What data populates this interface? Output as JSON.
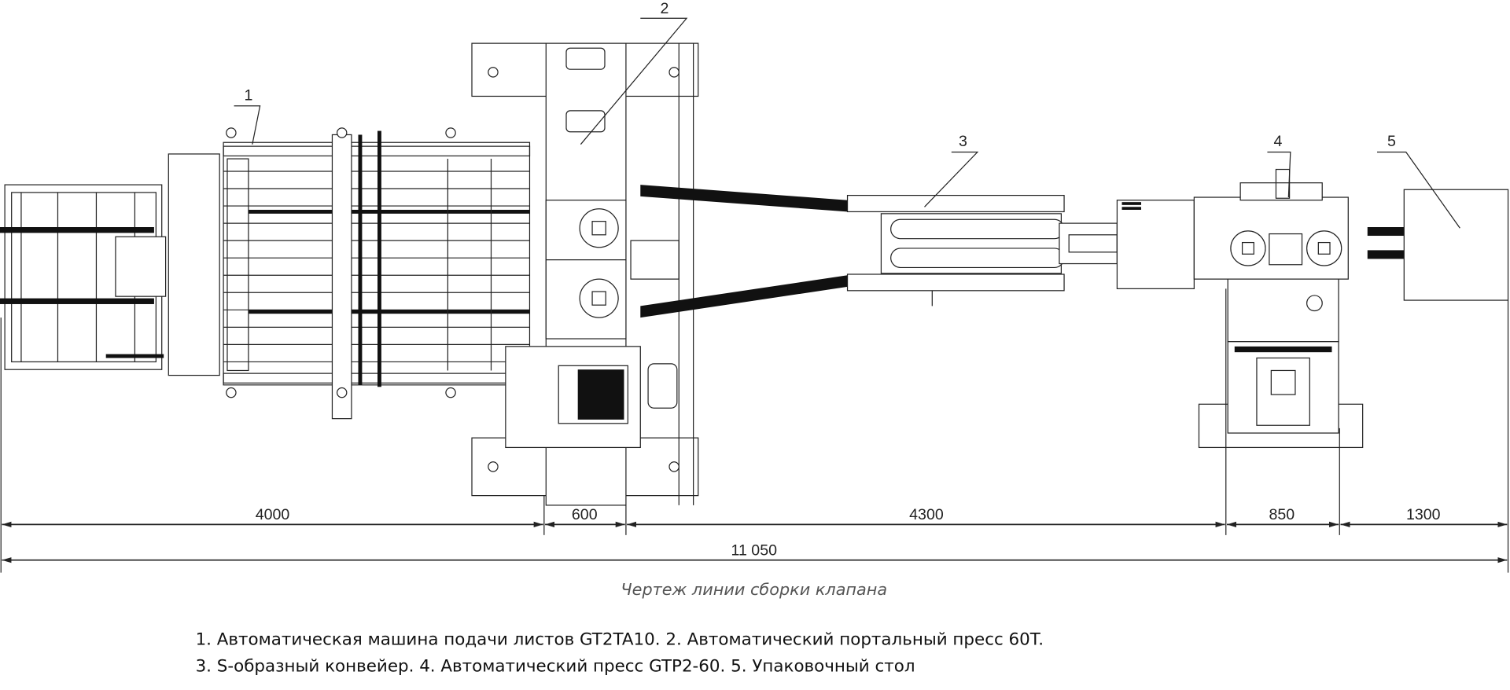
{
  "callouts": [
    "1",
    "2",
    "3",
    "4",
    "5"
  ],
  "dimensions": {
    "segments": [
      "4000",
      "600",
      "4300",
      "850",
      "1300"
    ],
    "total": "11 050"
  },
  "caption": "Чертеж линии сборки клапана",
  "legend": [
    "1. Автоматическая машина подачи листов GT2TA10. 2. Автоматический портальный пресс 60T.",
    "3. S-образный конвейер. 4. Автоматический пресс GTP2-60. 5. Упаковочный стол"
  ]
}
